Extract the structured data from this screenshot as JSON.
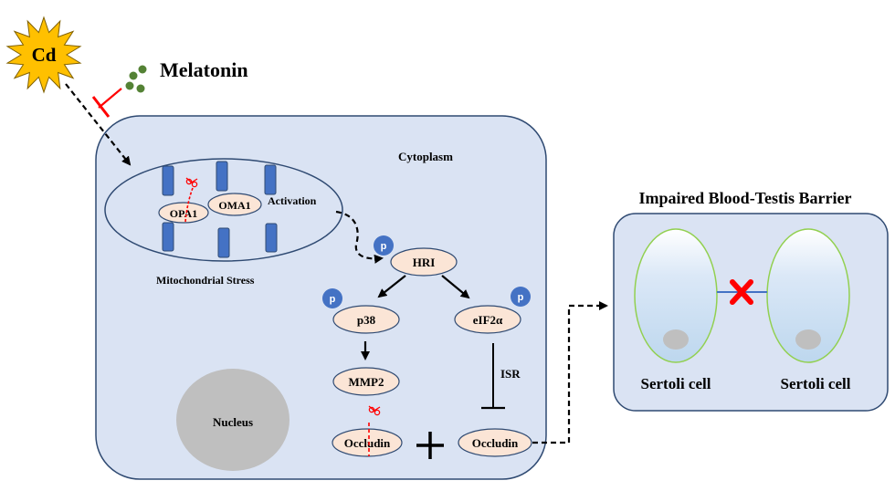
{
  "labels": {
    "cd": "Cd",
    "melatonin": "Melatonin",
    "cytoplasm": "Cytoplasm",
    "opa1": "OPA1",
    "oma1": "OMA1",
    "activation": "Activation",
    "mito_stress": "Mitochondrial Stress",
    "p": "p",
    "hri": "HRI",
    "p38": "p38",
    "eif2a": "eIF2α",
    "mmp2": "MMP2",
    "isr": "ISR",
    "nucleus": "Nucleus",
    "occludin_left": "Occludin",
    "occludin_right": "Occludin",
    "btb_title": "Impaired Blood-Testis Barrier",
    "sertoli_left": "Sertoli cell",
    "sertoli_right": "Sertoli cell"
  },
  "colors": {
    "cell_fill": "#dae3f3",
    "cell_stroke": "#2f4a72",
    "node_fill": "#fbe5d6",
    "node_stroke": "#2f4a72",
    "phospho_fill": "#4472c4",
    "cd_fill": "#ffc000",
    "melatonin_dot": "#548235",
    "inhibit": "#ff0000",
    "nucleus_fill": "#bfbfbf",
    "sertoli_stroke": "#92d050"
  },
  "icons": {
    "cd_burst": "starburst-icon",
    "scissors": "scissors-icon",
    "barrier_break": "red-x-icon"
  }
}
